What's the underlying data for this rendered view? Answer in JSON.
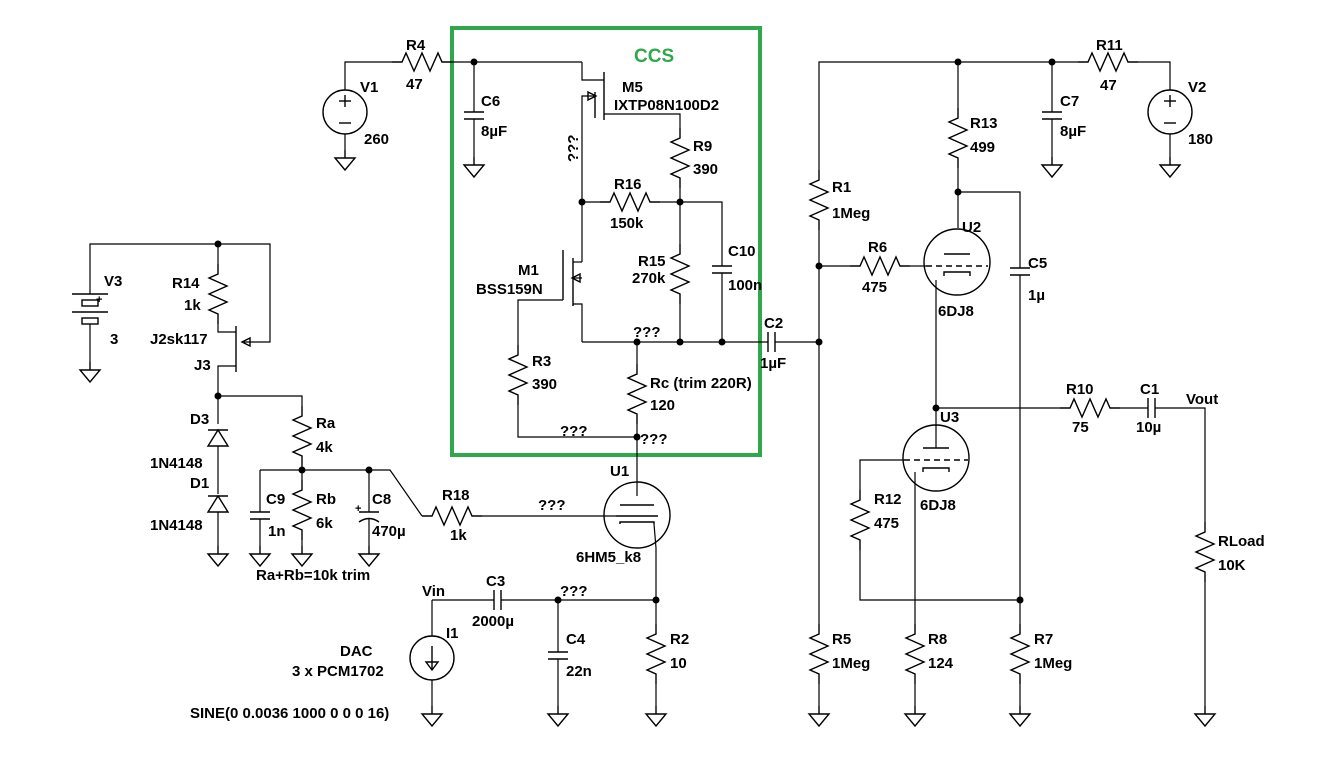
{
  "ccs_box": {
    "label": "CCS",
    "color": "#2ea84a"
  },
  "labels": {
    "R4": "R4",
    "R4_val": "47",
    "V1": "V1",
    "V1_val": "260",
    "C6": "C6",
    "C6_val": "8µF",
    "M5": "M5",
    "M5_val": "IXTP08N100D2",
    "R9": "R9",
    "R9_val": "390",
    "q_m5": "???",
    "R16": "R16",
    "R16_val": "150k",
    "R15": "R15",
    "R15_val": "270k",
    "C10": "C10",
    "C10_val": "100n",
    "M1": "M1",
    "M1_val": "BSS159N",
    "R3": "R3",
    "R3_val": "390",
    "q_node": "???",
    "Rc": "Rc (trim 220R)",
    "Rc_val": "120",
    "q_bottom": "???",
    "q_cathode": "???",
    "C2": "C2",
    "C2_val": "1µF",
    "U1": "U1",
    "U1_val": "6HM5_k8",
    "q_grid": "???",
    "R18": "R18",
    "R18_val": "1k",
    "V3": "V3",
    "V3_val": "3",
    "R14": "R14",
    "R14_val": "1k",
    "J3_val": "J2sk117",
    "J3": "J3",
    "D3": "D3",
    "D3_val": "1N4148",
    "D1": "D1",
    "D1_val": "1N4148",
    "Ra": "Ra",
    "Ra_val": "4k",
    "C9": "C9",
    "C9_val": "1n",
    "Rb": "Rb",
    "Rb_val": "6k",
    "C8": "C8",
    "C8_val": "470µ",
    "trim_note": "Ra+Rb=10k trim",
    "Vin": "Vin",
    "C3": "C3",
    "C3_val": "2000µ",
    "q_vin": "???",
    "C4": "C4",
    "C4_val": "22n",
    "I1": "I1",
    "DAC": "DAC",
    "DAC_sub": "3 x PCM1702",
    "sine": "SINE(0 0.0036 1000 0 0 0 16)",
    "R2": "R2",
    "R2_val": "10",
    "R1": "R1",
    "R1_val": "1Meg",
    "R5": "R5",
    "R5_val": "1Meg",
    "R6": "R6",
    "R6_val": "475",
    "R13": "R13",
    "R13_val": "499",
    "R11": "R11",
    "R11_val": "47",
    "C7": "C7",
    "C7_val": "8µF",
    "V2": "V2",
    "V2_val": "180",
    "U2": "U2",
    "U2_val": "6DJ8",
    "C5": "C5",
    "C5_val": "1µ",
    "U3": "U3",
    "U3_val": "6DJ8",
    "R10": "R10",
    "R10_val": "75",
    "C1": "C1",
    "C1_val": "10µ",
    "Vout": "Vout",
    "R12": "R12",
    "R12_val": "475",
    "R8": "R8",
    "R8_val": "124",
    "R7": "R7",
    "R7_val": "1Meg",
    "RLoad": "RLoad",
    "RLoad_val": "10K"
  }
}
